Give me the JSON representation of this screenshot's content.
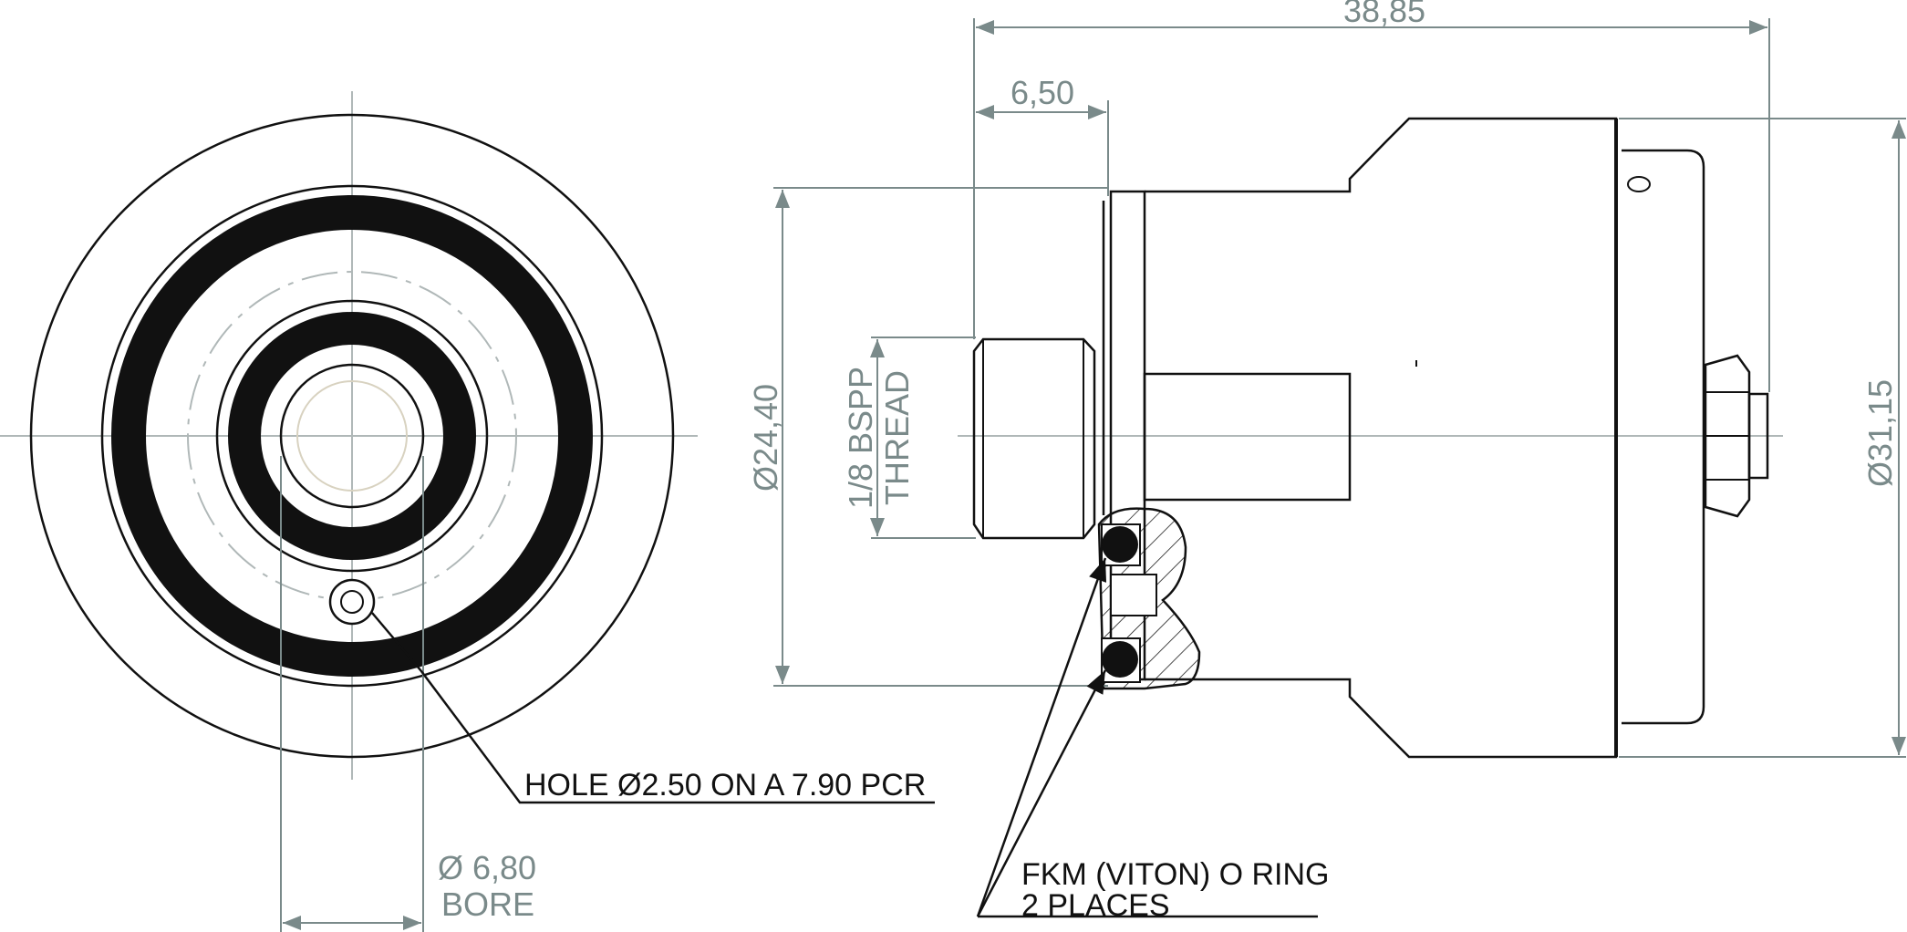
{
  "dimensions": {
    "overall_length": "38,85",
    "front_spigot": "6,50",
    "body_diameter": "Ø24,40",
    "outer_diameter": "Ø31,15",
    "thread_line1": "1/8 BSPP",
    "thread_line2": "THREAD",
    "bore_line1": "Ø 6,80",
    "bore_line2": "BORE"
  },
  "notes": {
    "hole": "HOLE Ø2.50 ON A 7.90 PCR",
    "oring_line1": "FKM (VITON) O RING",
    "oring_line2": "2 PLACES"
  },
  "colors": {
    "outline": "#111111",
    "dimension": "#7a8a8a",
    "centerline": "#b0b8b8",
    "fill_dark": "#111111"
  }
}
